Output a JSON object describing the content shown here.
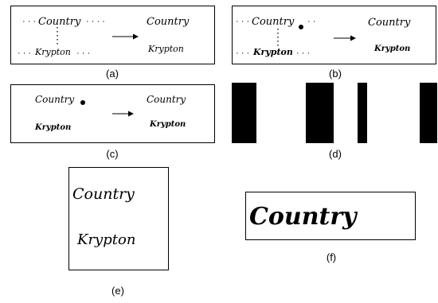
{
  "panels": [
    {
      "id": "a",
      "caption": "(a)",
      "words": [
        "Country",
        "Krypton",
        "Country",
        "Krypton"
      ]
    },
    {
      "id": "b",
      "caption": "(b)",
      "words": [
        "Country",
        "Krypton",
        "Country",
        "Krypton"
      ]
    },
    {
      "id": "c",
      "caption": "(c)",
      "words": [
        "Country",
        "Krypton",
        "Country",
        "Krypton"
      ]
    },
    {
      "id": "d",
      "caption": "(d)",
      "bars": "black-white vertical stripes"
    },
    {
      "id": "e",
      "caption": "(e)",
      "words": [
        "Country",
        "Krypton"
      ]
    },
    {
      "id": "f",
      "caption": "(f)",
      "words": [
        "Country"
      ]
    }
  ]
}
